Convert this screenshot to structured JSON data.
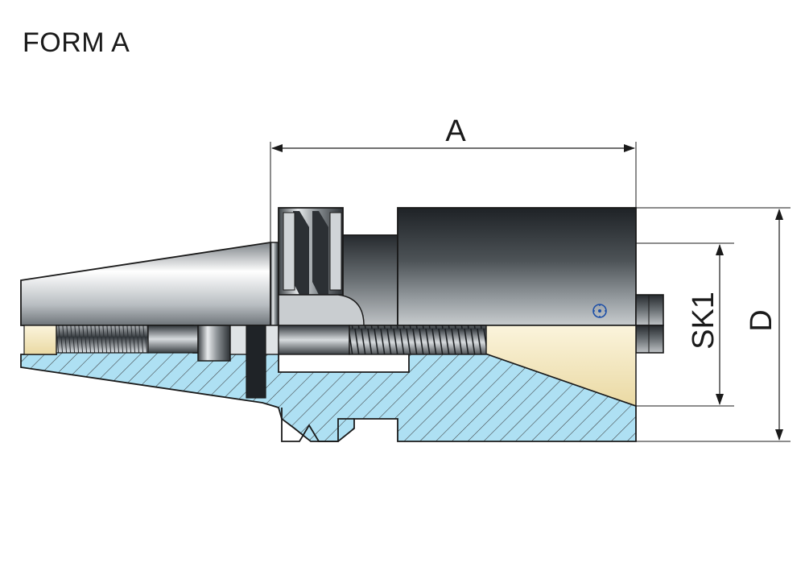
{
  "title": "FORM A",
  "dimensions": {
    "a_label": "A",
    "sk1_label": "SK1",
    "d_label": "D"
  },
  "colors": {
    "outline": "#1a1a1a",
    "section_fill": "#aee0f3",
    "hatch": "#3a3a3a",
    "bore_fill": "#f6ebc4",
    "steel_dark": "#2f3438",
    "steel_light": "#dde1e4"
  }
}
